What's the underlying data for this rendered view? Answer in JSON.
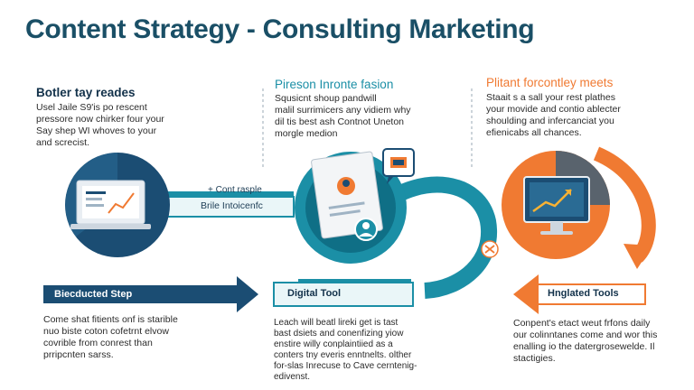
{
  "title": "Content Strategy - Consulting Marketing",
  "colors": {
    "navy": "#1b4d73",
    "teal": "#1b8fa6",
    "orange": "#f07a32",
    "title": "#1a4f66"
  },
  "columns": [
    {
      "heading": "Botler tay reades",
      "heading_color": "#12314a",
      "lines": [
        "Usel Jaile S9'is po rescent",
        "pressore now chirker four your",
        "Say shep WI whoves to your",
        "and screcist."
      ]
    },
    {
      "heading": "Pireson Inronte fasion",
      "heading_color": "#1b8fa6",
      "lines": [
        "Squsicnt shoup pandwill",
        "malil surrimicers any vidiem why",
        "dil tis best ash Contnot Uneton",
        "morgle medion"
      ]
    },
    {
      "heading": "Plitant forcontley meets",
      "heading_color": "#f07a32",
      "lines": [
        "Staait s a sall your rest plathes",
        "your movide and contio ablecter",
        "shoulding and infercanciat you",
        "efienicabs all chances."
      ]
    }
  ],
  "connectors": {
    "top_small": "+ Cont rasple",
    "middle": "Brile Intoicenfc"
  },
  "stages": [
    {
      "label": "Biecducted Step",
      "lines": [
        "Come shat fitients onf is starible",
        "nuo biste coton cofetrnt elvow",
        "covrible from conrest than",
        "prripcnten sarss."
      ]
    },
    {
      "label": "Digital Tool",
      "lines": [
        "Leach will beatl lireki get is tast",
        "bast dsiets and conenfizing yiow",
        "enstire willy conplaintiied as a",
        "conters tny everis enntnelts. olther",
        "for-slas Inrecuse to Cave cerntenig-",
        "edivenst."
      ]
    },
    {
      "label": "Hnglated Tools",
      "lines": [
        "Conpent's etact weut frfons daily",
        "our colinntanes come and wor this",
        "enalling io the datergrosewelde. Il",
        "stactigies."
      ]
    }
  ],
  "icons": [
    "laptop-chart-icon",
    "document-profile-icon",
    "monitor-chart-icon",
    "chat-bubble-icon",
    "person-avatar-icon",
    "small-arrows-icon"
  ]
}
